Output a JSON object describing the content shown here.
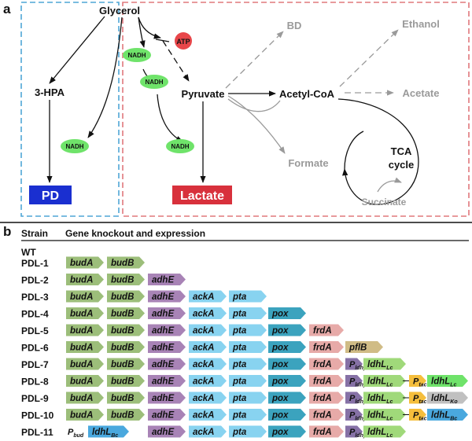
{
  "panel_a": {
    "label": "a",
    "nodes": {
      "glycerol": "Glycerol",
      "hpa": "3-HPA",
      "pyruvate": "Pyruvate",
      "acetyl_coa": "Acetyl-CoA",
      "bd": "BD",
      "ethanol": "Ethanol",
      "acetate": "Acetate",
      "formate": "Formate",
      "succinate": "Succinate",
      "tca_line1": "TCA",
      "tca_line2": "cycle"
    },
    "badges": {
      "atp": "ATP",
      "nadh": "NADH"
    },
    "products": {
      "pd": "PD",
      "lactate": "Lactate"
    },
    "colors": {
      "nadh": "#6fe36a",
      "atp": "#e8464a",
      "pd": "#1a2fd0",
      "lactate": "#d8313c",
      "blue_box": "#4fa6d6",
      "red_box": "#e0787c",
      "gray": "#9a9a9a"
    }
  },
  "panel_b": {
    "label": "b",
    "header_strain": "Strain",
    "header_genes": "Gene knockout and expression",
    "gene_colors": {
      "budA": "#9cbe7a",
      "budB": "#9cbe7a",
      "adhE": "#a883b6",
      "ackA": "#88d3f0",
      "pta": "#88d3f0",
      "pox": "#3ba3be",
      "frdA": "#e7aaa8",
      "pflB": "#d0bc86",
      "promoter": "#8671a6",
      "ldhLc": "#a0d97a",
      "ldhLcPlus": "#6fe36a",
      "ldhLko": "#c0c0c0",
      "ldhLbc": "#4aa8de",
      "ptac": "#f5be3c"
    },
    "strains": [
      {
        "name": "WT",
        "genes": []
      },
      {
        "name": "PDL-1",
        "genes": [
          {
            "label": "budA",
            "type": "budA"
          },
          {
            "label": "budB",
            "type": "budB"
          }
        ]
      },
      {
        "name": "PDL-2",
        "genes": [
          {
            "label": "budA",
            "type": "budA"
          },
          {
            "label": "budB",
            "type": "budB"
          },
          {
            "label": "adhE",
            "type": "adhE"
          }
        ]
      },
      {
        "name": "PDL-3",
        "genes": [
          {
            "label": "budA",
            "type": "budA"
          },
          {
            "label": "budB",
            "type": "budB"
          },
          {
            "label": "adhE",
            "type": "adhE"
          },
          {
            "label": "ackA",
            "type": "ackA"
          },
          {
            "label": "pta",
            "type": "pta"
          }
        ]
      },
      {
        "name": "PDL-4",
        "genes": [
          {
            "label": "budA",
            "type": "budA"
          },
          {
            "label": "budB",
            "type": "budB"
          },
          {
            "label": "adhE",
            "type": "adhE"
          },
          {
            "label": "ackA",
            "type": "ackA"
          },
          {
            "label": "pta",
            "type": "pta"
          },
          {
            "label": "pox",
            "type": "pox"
          }
        ]
      },
      {
        "name": "PDL-5",
        "genes": [
          {
            "label": "budA",
            "type": "budA"
          },
          {
            "label": "budB",
            "type": "budB"
          },
          {
            "label": "adhE",
            "type": "adhE"
          },
          {
            "label": "ackA",
            "type": "ackA"
          },
          {
            "label": "pta",
            "type": "pta"
          },
          {
            "label": "pox",
            "type": "pox"
          },
          {
            "label": "frdA",
            "type": "frdA"
          }
        ]
      },
      {
        "name": "PDL-6",
        "genes": [
          {
            "label": "budA",
            "type": "budA"
          },
          {
            "label": "budB",
            "type": "budB"
          },
          {
            "label": "adhE",
            "type": "adhE"
          },
          {
            "label": "ackA",
            "type": "ackA"
          },
          {
            "label": "pta",
            "type": "pta"
          },
          {
            "label": "pox",
            "type": "pox"
          },
          {
            "label": "frdA",
            "type": "frdA"
          },
          {
            "label": "pflB",
            "type": "pflB"
          }
        ]
      },
      {
        "name": "PDL-7",
        "genes": [
          {
            "label": "budA",
            "type": "budA"
          },
          {
            "label": "budB",
            "type": "budB"
          },
          {
            "label": "adhE",
            "type": "adhE"
          },
          {
            "label": "ackA",
            "type": "ackA"
          },
          {
            "label": "pta",
            "type": "pta"
          },
          {
            "label": "pox",
            "type": "pox"
          },
          {
            "label": "frdA",
            "type": "frdA"
          },
          {
            "label": "P",
            "sub": "ldhp",
            "type": "promoter"
          },
          {
            "label": "ldhL",
            "sub": "Lc",
            "type": "ldhLc"
          }
        ]
      },
      {
        "name": "PDL-8",
        "genes": [
          {
            "label": "budA",
            "type": "budA"
          },
          {
            "label": "budB",
            "type": "budB"
          },
          {
            "label": "adhE",
            "type": "adhE"
          },
          {
            "label": "ackA",
            "type": "ackA"
          },
          {
            "label": "pta",
            "type": "pta"
          },
          {
            "label": "pox",
            "type": "pox"
          },
          {
            "label": "frdA",
            "type": "frdA"
          },
          {
            "label": "P",
            "sub": "ldhp",
            "type": "promoter"
          },
          {
            "label": "ldhL",
            "sub": "Lc",
            "type": "ldhLc"
          },
          {
            "label": "P",
            "sub": "tac",
            "type": "ptac"
          },
          {
            "label": "ldhL",
            "sub": "Lc",
            "type": "ldhLcPlus"
          }
        ]
      },
      {
        "name": "PDL-9",
        "genes": [
          {
            "label": "budA",
            "type": "budA"
          },
          {
            "label": "budB",
            "type": "budB"
          },
          {
            "label": "adhE",
            "type": "adhE"
          },
          {
            "label": "ackA",
            "type": "ackA"
          },
          {
            "label": "pta",
            "type": "pta"
          },
          {
            "label": "pox",
            "type": "pox"
          },
          {
            "label": "frdA",
            "type": "frdA"
          },
          {
            "label": "P",
            "sub": "ldhp",
            "type": "promoter"
          },
          {
            "label": "ldhL",
            "sub": "Lc",
            "type": "ldhLc"
          },
          {
            "label": "P",
            "sub": "tac",
            "type": "ptac"
          },
          {
            "label": "ldhL",
            "sub": "Ko",
            "type": "ldhLko"
          }
        ]
      },
      {
        "name": "PDL-10",
        "genes": [
          {
            "label": "budA",
            "type": "budA"
          },
          {
            "label": "budB",
            "type": "budB"
          },
          {
            "label": "adhE",
            "type": "adhE"
          },
          {
            "label": "ackA",
            "type": "ackA"
          },
          {
            "label": "pta",
            "type": "pta"
          },
          {
            "label": "pox",
            "type": "pox"
          },
          {
            "label": "frdA",
            "type": "frdA"
          },
          {
            "label": "P",
            "sub": "ldhp",
            "type": "promoter"
          },
          {
            "label": "ldhL",
            "sub": "Lc",
            "type": "ldhLc"
          },
          {
            "label": "P",
            "sub": "tac",
            "type": "ptac"
          },
          {
            "label": "ldhL",
            "sub": "Bc",
            "type": "ldhLbc"
          }
        ]
      },
      {
        "name": "PDL-11",
        "genes": [
          {
            "label": "P",
            "sub": "bud",
            "type": "pbud"
          },
          {
            "label": "ldhL",
            "sub": "Bc",
            "type": "ldhLbc"
          },
          {
            "label": "adhE",
            "type": "adhE"
          },
          {
            "label": "ackA",
            "type": "ackA"
          },
          {
            "label": "pta",
            "type": "pta"
          },
          {
            "label": "pox",
            "type": "pox"
          },
          {
            "label": "frdA",
            "type": "frdA"
          },
          {
            "label": "P",
            "sub": "ldhp",
            "type": "promoter"
          },
          {
            "label": "ldhL",
            "sub": "Lc",
            "type": "ldhLc"
          }
        ]
      }
    ]
  }
}
